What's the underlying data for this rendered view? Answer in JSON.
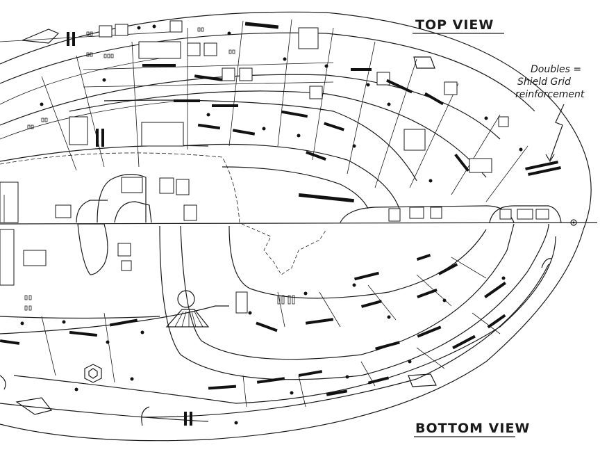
{
  "labels": {
    "top_view": "TOP VIEW",
    "bottom_view": "BOTTOM VIEW",
    "note_line1": "Doubles =",
    "note_line2": "Shield Grid",
    "note_line3": "reinforcement"
  },
  "colors": {
    "ink": "#1a1a1a",
    "paper": "#ffffff"
  }
}
